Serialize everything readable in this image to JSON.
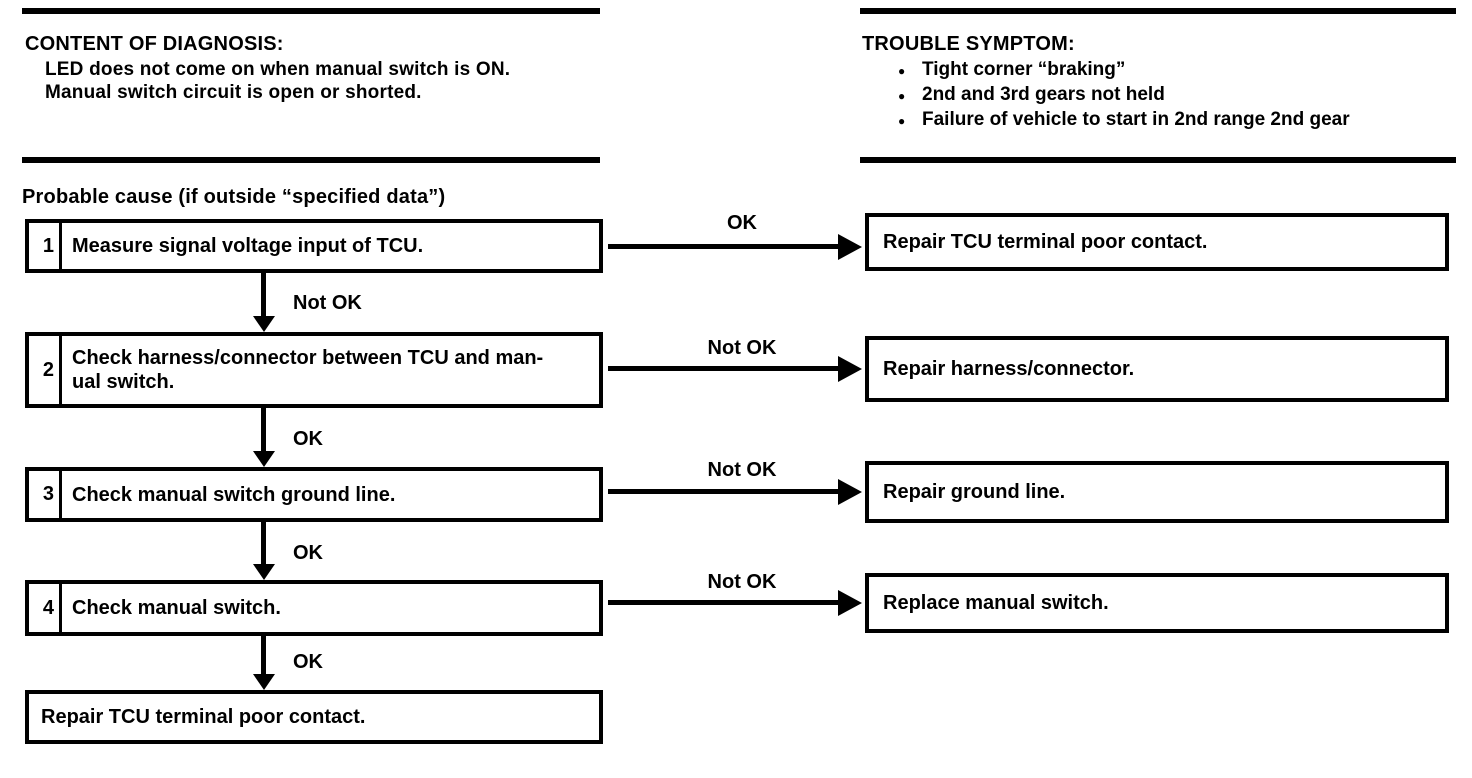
{
  "colors": {
    "ink": "#000000",
    "paper": "#ffffff"
  },
  "content_of_diagnosis": {
    "heading": "CONTENT OF DIAGNOSIS:",
    "lines": [
      "LED does not come on when manual switch is ON.",
      "Manual switch circuit is open or shorted."
    ]
  },
  "trouble_symptom": {
    "heading": "TROUBLE SYMPTOM:",
    "bullet": "●",
    "items": [
      "Tight corner “braking”",
      "2nd and 3rd gears not held",
      "Failure of vehicle to start in 2nd range 2nd gear"
    ]
  },
  "probable_cause_label": "Probable cause (if outside “specified data”)",
  "flow": {
    "steps": [
      {
        "number": "1",
        "lines": [
          "Measure signal voltage input of TCU."
        ],
        "down_label": "Not OK",
        "branch_label": "OK",
        "branch_action": "Repair TCU terminal poor contact."
      },
      {
        "number": "2",
        "lines": [
          "Check harness/connector between TCU and man-",
          "ual switch."
        ],
        "down_label": "OK",
        "branch_label": "Not OK",
        "branch_action": "Repair harness/connector."
      },
      {
        "number": "3",
        "lines": [
          "Check manual switch ground line."
        ],
        "down_label": "OK",
        "branch_label": "Not OK",
        "branch_action": "Repair ground line."
      },
      {
        "number": "4",
        "lines": [
          "Check manual switch."
        ],
        "down_label": "OK",
        "branch_label": "Not OK",
        "branch_action": "Replace manual switch."
      }
    ],
    "final_action": "Repair TCU terminal poor contact."
  }
}
